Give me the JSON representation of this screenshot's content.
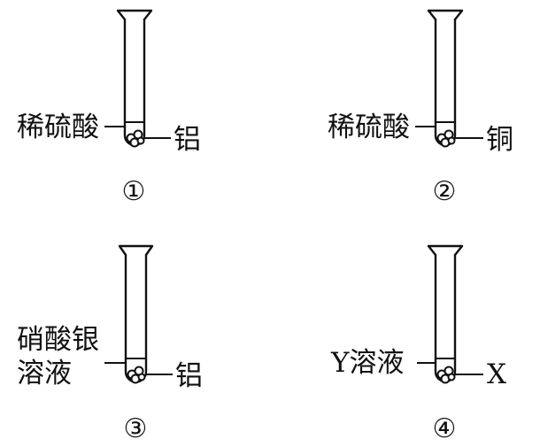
{
  "experiments": [
    {
      "number": "①",
      "liquid_lines": [
        "稀硫酸"
      ],
      "solid": "铝"
    },
    {
      "number": "②",
      "liquid_lines": [
        "稀硫酸"
      ],
      "solid": "铜"
    },
    {
      "number": "③",
      "liquid_lines": [
        "硝酸银",
        "溶液"
      ],
      "solid": "铝"
    },
    {
      "number": "④",
      "liquid_lines": [
        "Y溶液"
      ],
      "solid": "X"
    }
  ]
}
